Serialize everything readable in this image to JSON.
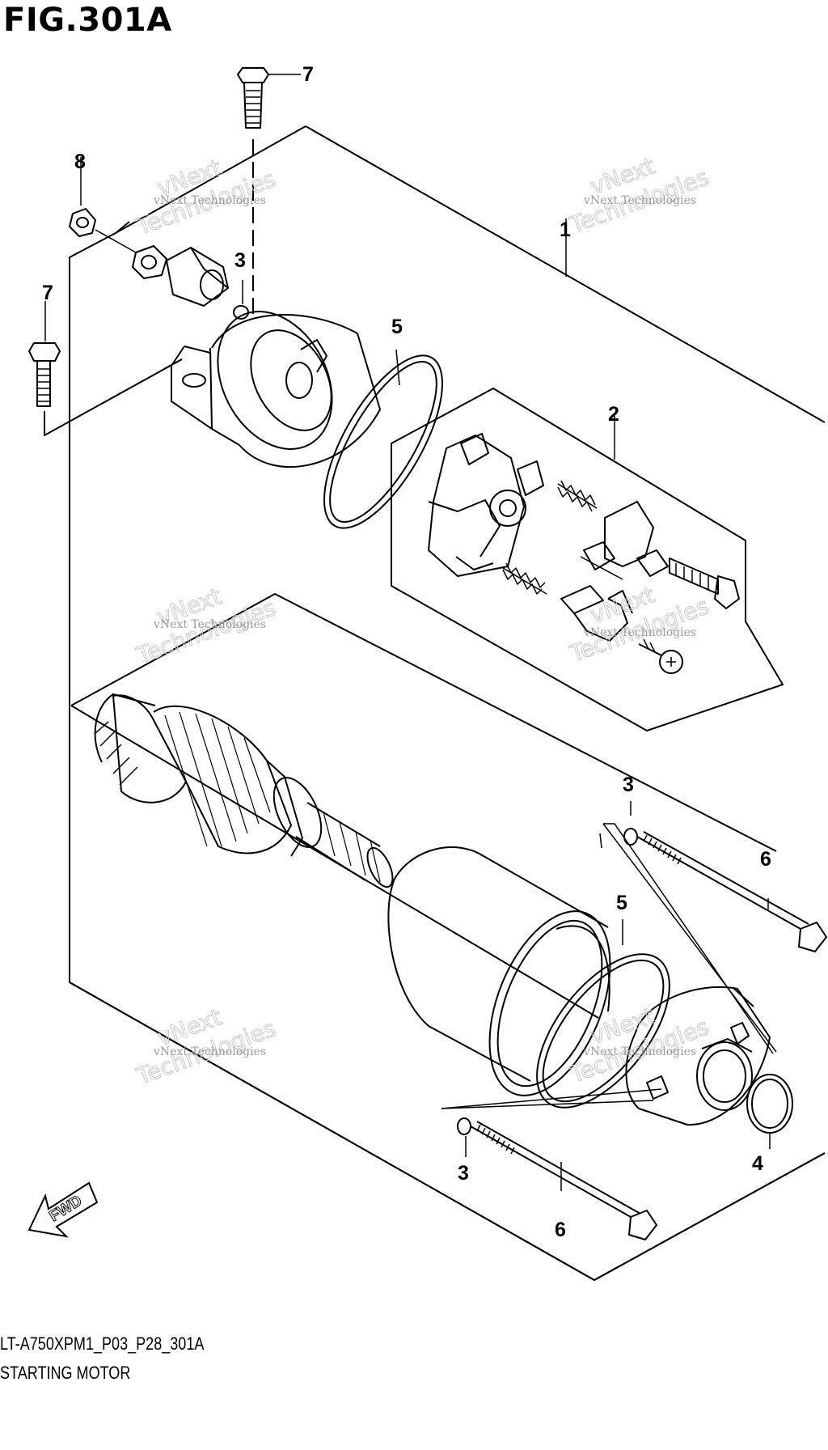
{
  "figure": {
    "title": "FIG.301A",
    "drawing_code": "LT-A750XPM1_P03_P28_301A",
    "name": "STARTING MOTOR"
  },
  "callouts": {
    "c1": "1",
    "c2": "2",
    "c3a": "3",
    "c3b": "3",
    "c3c": "3",
    "c4": "4",
    "c5a": "5",
    "c5b": "5",
    "c6a": "6",
    "c6b": "6",
    "c7a": "7",
    "c7b": "7",
    "c8": "8"
  },
  "watermark": {
    "line1": "vNext Technologies",
    "big1": "vNext",
    "big2": "Technologies"
  },
  "direction_marker": "FWD"
}
